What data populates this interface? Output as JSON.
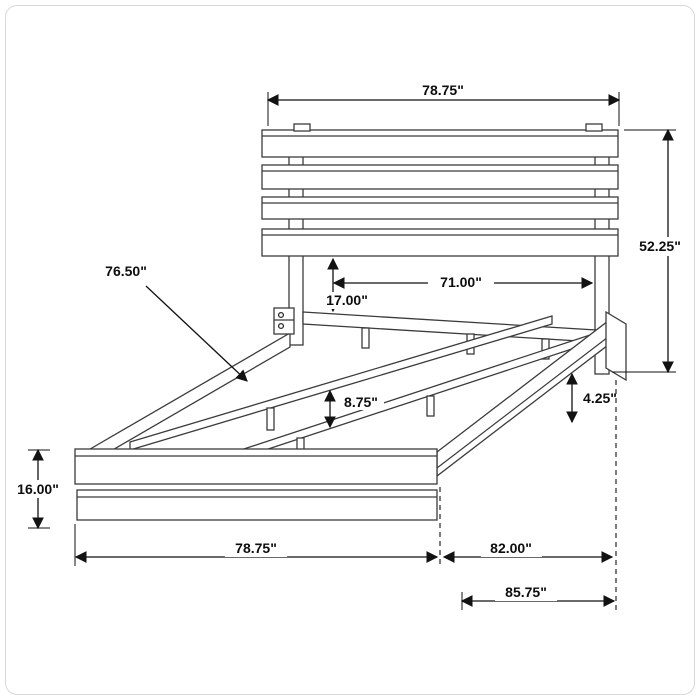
{
  "labels": {
    "headboard_width": "78.75\"",
    "headboard_height": "52.25\"",
    "side_rail_length": "76.50\"",
    "inner_width": "71.00\"",
    "headboard_gap": "17.00\"",
    "slat_clearance": "8.75\"",
    "rail_width": "4.25\"",
    "footboard_height": "16.00\"",
    "footboard_width": "78.75\"",
    "frame_length": "82.00\"",
    "overall_length": "85.75\""
  },
  "colors": {
    "drawing_line": "#3b3b3b",
    "dimension_line": "#121212",
    "background": "#ffffff"
  }
}
